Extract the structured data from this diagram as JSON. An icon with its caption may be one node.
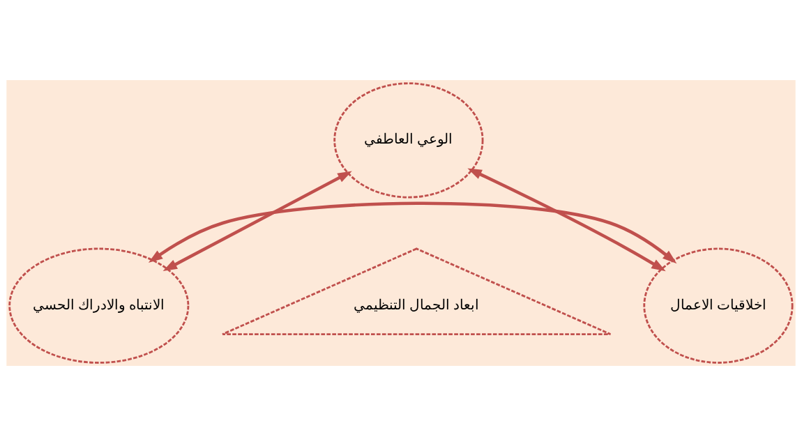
{
  "diagram": {
    "nodes": [
      {
        "text": [
          "الوعي العاطفي"
        ]
      },
      {
        "text": [
          "الانتباه والادراك الحسي"
        ]
      },
      {
        "text": [
          "ابعاد الجمال التنظيمي"
        ]
      },
      {
        "text": [
          "اخلاقيات الاعمال"
        ]
      }
    ],
    "edges": [
      {
        "from": 0,
        "to": 1,
        "arrow": "both"
      },
      {
        "from": 0,
        "to": 3,
        "arrow": "both"
      },
      {
        "from": 1,
        "to": 3,
        "arrow": "both"
      }
    ]
  }
}
